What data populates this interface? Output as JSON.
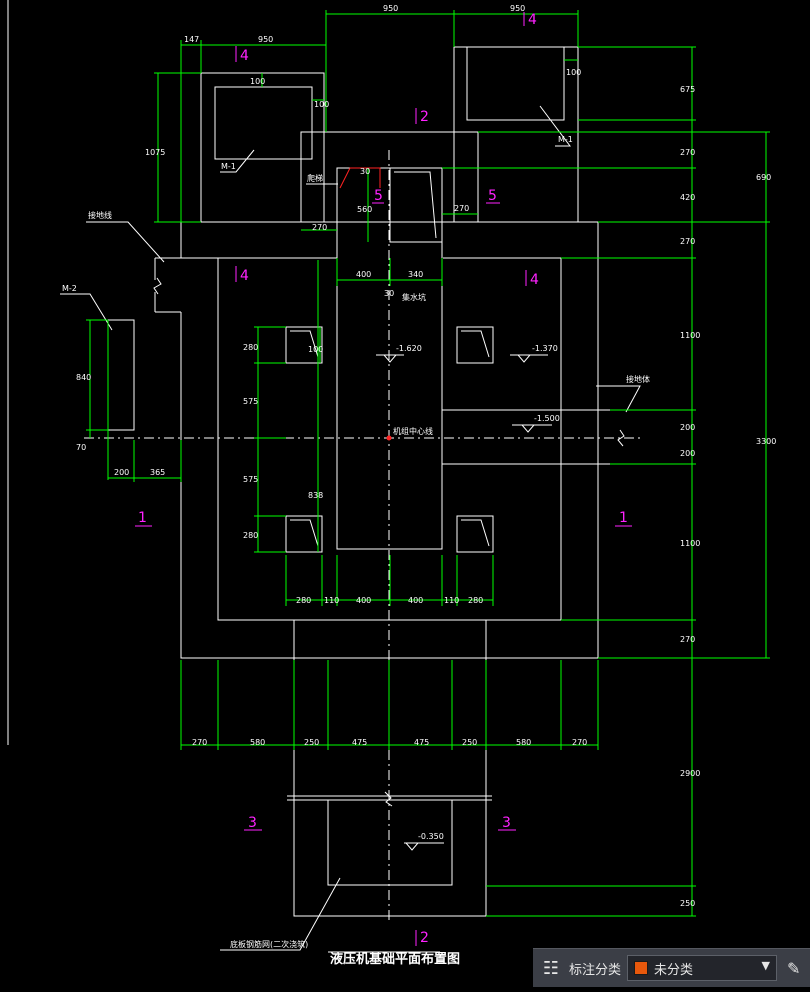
{
  "drawing": {
    "title": "液压机基础平面布置图",
    "section_marks": {
      "s1_left": "1",
      "s1_right": "1",
      "s2_top": "2",
      "s2_bottom": "2",
      "s3_left": "3",
      "s3_right": "3",
      "s4_a": "4",
      "s4_b": "4",
      "s4_c": "4",
      "s4_d": "4",
      "s5_left": "5",
      "s5_right": "5"
    },
    "dimensions": {
      "top_950_a": "950",
      "top_950_b": "950",
      "top_950_c": "950",
      "top_147": "147",
      "d100_a": "100",
      "d100_b": "100",
      "d100_c": "100",
      "d1075": "1075",
      "d270_a": "270",
      "d270_b": "270",
      "d560": "560",
      "d30": "30",
      "d400_a": "400",
      "d340": "340",
      "d30b": "30",
      "d280_a": "280",
      "d575_a": "575",
      "d575_b": "575",
      "d280_b": "280",
      "d838": "838",
      "d100_d": "100",
      "d840": "840",
      "d70": "70",
      "d200": "200",
      "d365": "365",
      "bot_280_a": "280",
      "bot_110_a": "110",
      "bot_400_a": "400",
      "bot_400_b": "400",
      "bot_110_b": "110",
      "bot_280_b": "280",
      "row_270_a": "270",
      "row_580_a": "580",
      "row_250_a": "250",
      "row_475_a": "475",
      "row_475_b": "475",
      "row_250_b": "250",
      "row_580_b": "580",
      "row_270_b": "270",
      "r_675": "675",
      "r_270_a": "270",
      "r_420": "420",
      "r_270_b": "270",
      "r_1100_a": "1100",
      "r_200_a": "200",
      "r_200_b": "200",
      "r_1100_b": "1100",
      "r_270_c": "270",
      "r_690": "690",
      "r_3300": "3300",
      "r_2900": "2900",
      "r_250": "250"
    },
    "levels": {
      "l1": "-1.620",
      "l2": "-1.370",
      "l3": "-1.500",
      "l4": "-0.350"
    },
    "labels": {
      "m1_left": "M-1",
      "m1_right": "M-1",
      "m2": "M-2",
      "l_wall": "接地线",
      "l_pit": "接地体",
      "l_drain": "集水坑",
      "l_center": "机组中心线",
      "l_stair": "爬梯",
      "l_bottom": "底板钢筋网(二次浇筑)"
    }
  },
  "toolbar": {
    "grid_icon": "grid-icon",
    "label": "标注分类",
    "selected": "未分类",
    "swatch_color": "#e8580c",
    "edit_icon": "edit-icon"
  },
  "colors": {
    "background": "#000000",
    "lines": "#ffffff",
    "dims": "#00ff00",
    "sections": "#ff22ff",
    "center": "#ff2222"
  }
}
